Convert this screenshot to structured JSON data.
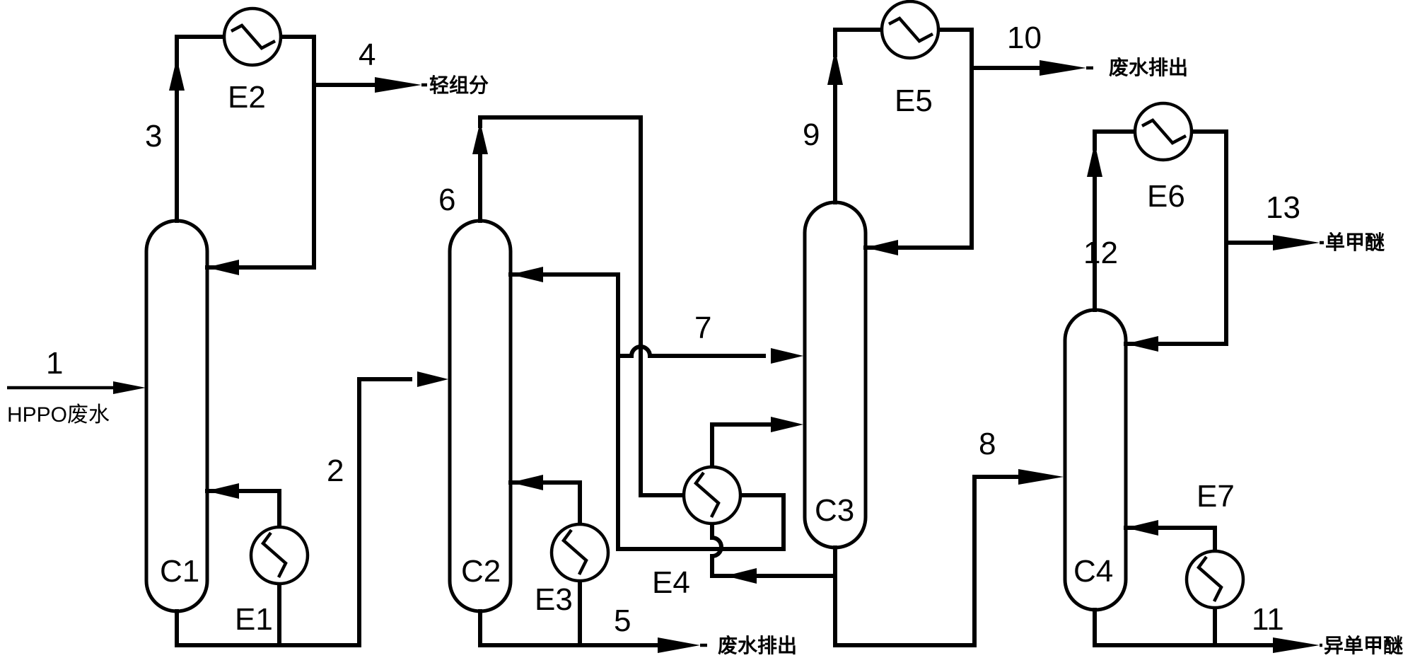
{
  "columns": [
    "C1",
    "C2",
    "C3",
    "C4"
  ],
  "exchangers": [
    "E1",
    "E2",
    "E3",
    "E4",
    "E5",
    "E6",
    "E7"
  ],
  "streams": [
    "1",
    "2",
    "3",
    "4",
    "5",
    "6",
    "7",
    "8",
    "9",
    "10",
    "11",
    "12",
    "13"
  ],
  "feed_label": "HPPO废水",
  "products": {
    "light_components": "轻组分",
    "wastewater_top": "废水排出",
    "wastewater_bottom": "废水排出",
    "monomethyl_ether": "单甲醚",
    "iso_monomethyl_ether": "异单甲醚"
  }
}
